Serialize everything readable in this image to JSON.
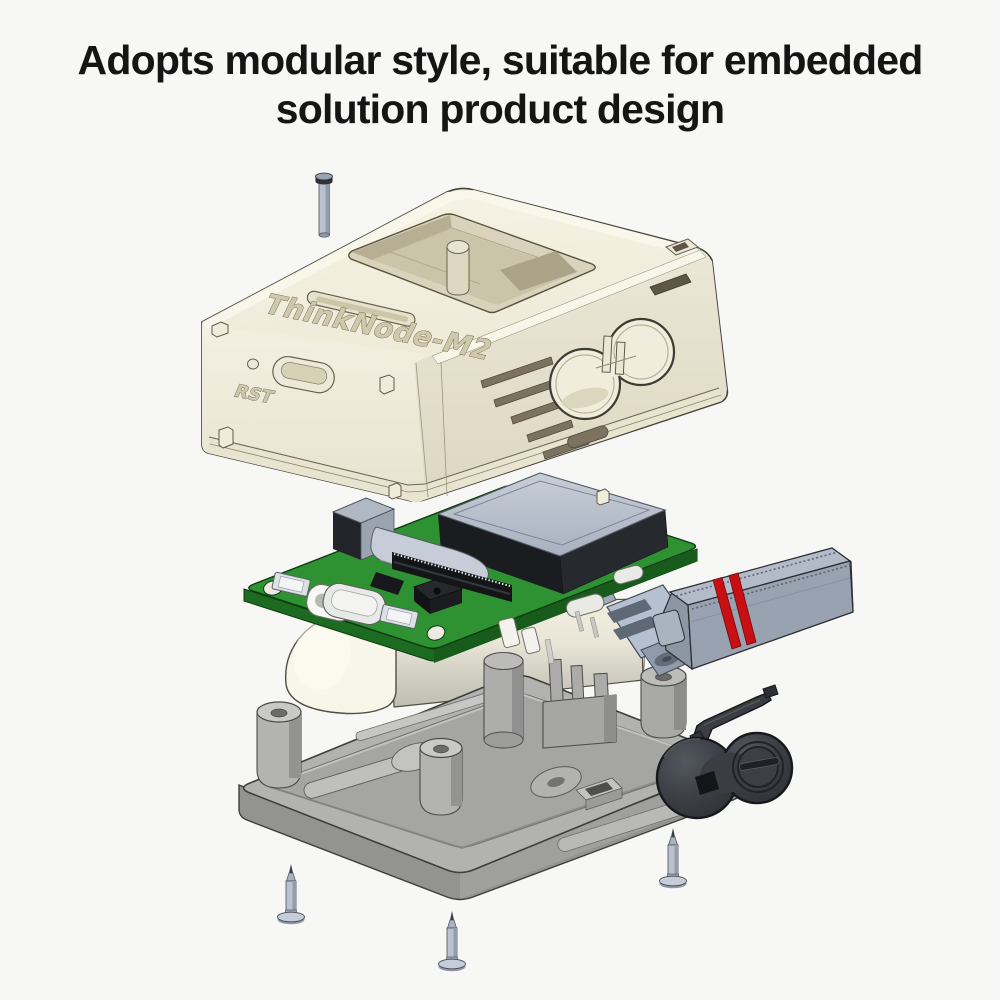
{
  "title": {
    "line1": "Adopts modular style, suitable for embedded",
    "line2": "solution product design"
  },
  "device": {
    "model_label": "ThinkNode-M2",
    "reset_label": "RST"
  },
  "colors": {
    "background": "#f7f7f6",
    "title_text": "#151515",
    "case_cream": "#f2eedd",
    "pcb_green": "#2e9132",
    "module_gray": "#b7bfcb",
    "antenna_gray": "#a7afbd",
    "antenna_band_red": "#c81014",
    "tray_gray": "#b0b0ae",
    "rubber_cover_dark": "#3f4349",
    "screw_silver": "#b9c2ce",
    "battery_white": "#f8f5e9"
  }
}
